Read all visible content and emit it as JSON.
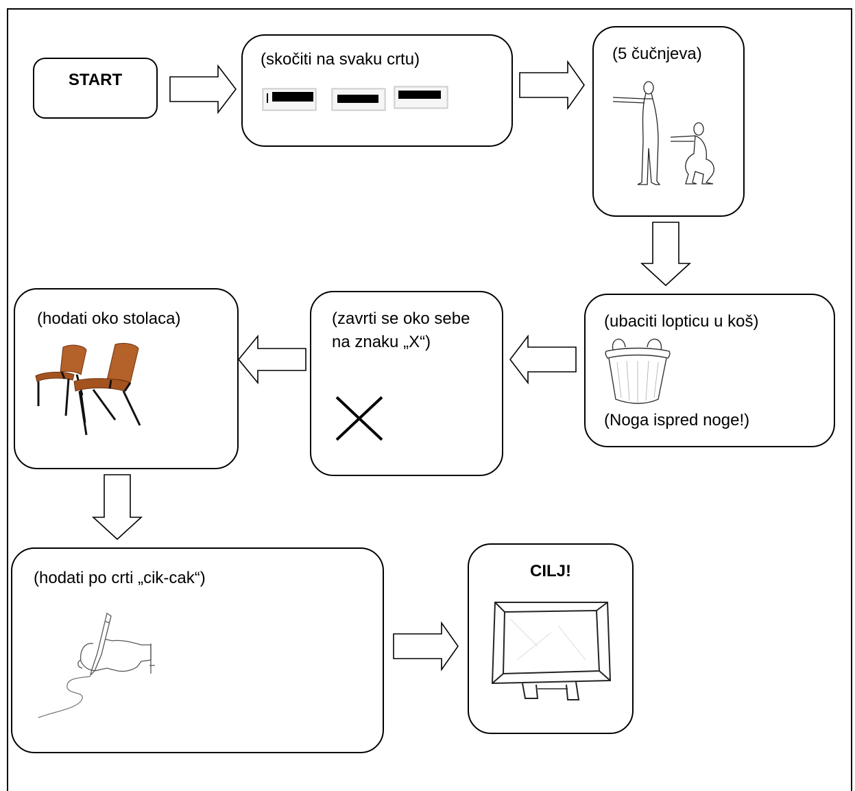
{
  "steps": {
    "start": {
      "label": "START"
    },
    "jump": {
      "label": "(skočiti na svaku crtu)"
    },
    "squats": {
      "label": "(5 čučnjeva)"
    },
    "basket": {
      "label": "(ubaciti lopticu u koš)",
      "note": "(Noga ispred noge!)"
    },
    "spin": {
      "label": "(zavrti se oko sebe na znaku „X“)"
    },
    "chairs": {
      "label": "(hodati oko stolaca)"
    },
    "zigzag": {
      "label": "(hodati po crti „cik-cak“)"
    },
    "finish": {
      "label": "CILJ!"
    }
  },
  "illustrations": {
    "jump": "jump-lines-icon",
    "squats": "squat-figures-icon",
    "basket": "basket-icon",
    "spin": "x-mark-icon",
    "chairs": "chairs-icon",
    "zigzag": "hand-drawing-icon",
    "finish": "board-icon"
  }
}
